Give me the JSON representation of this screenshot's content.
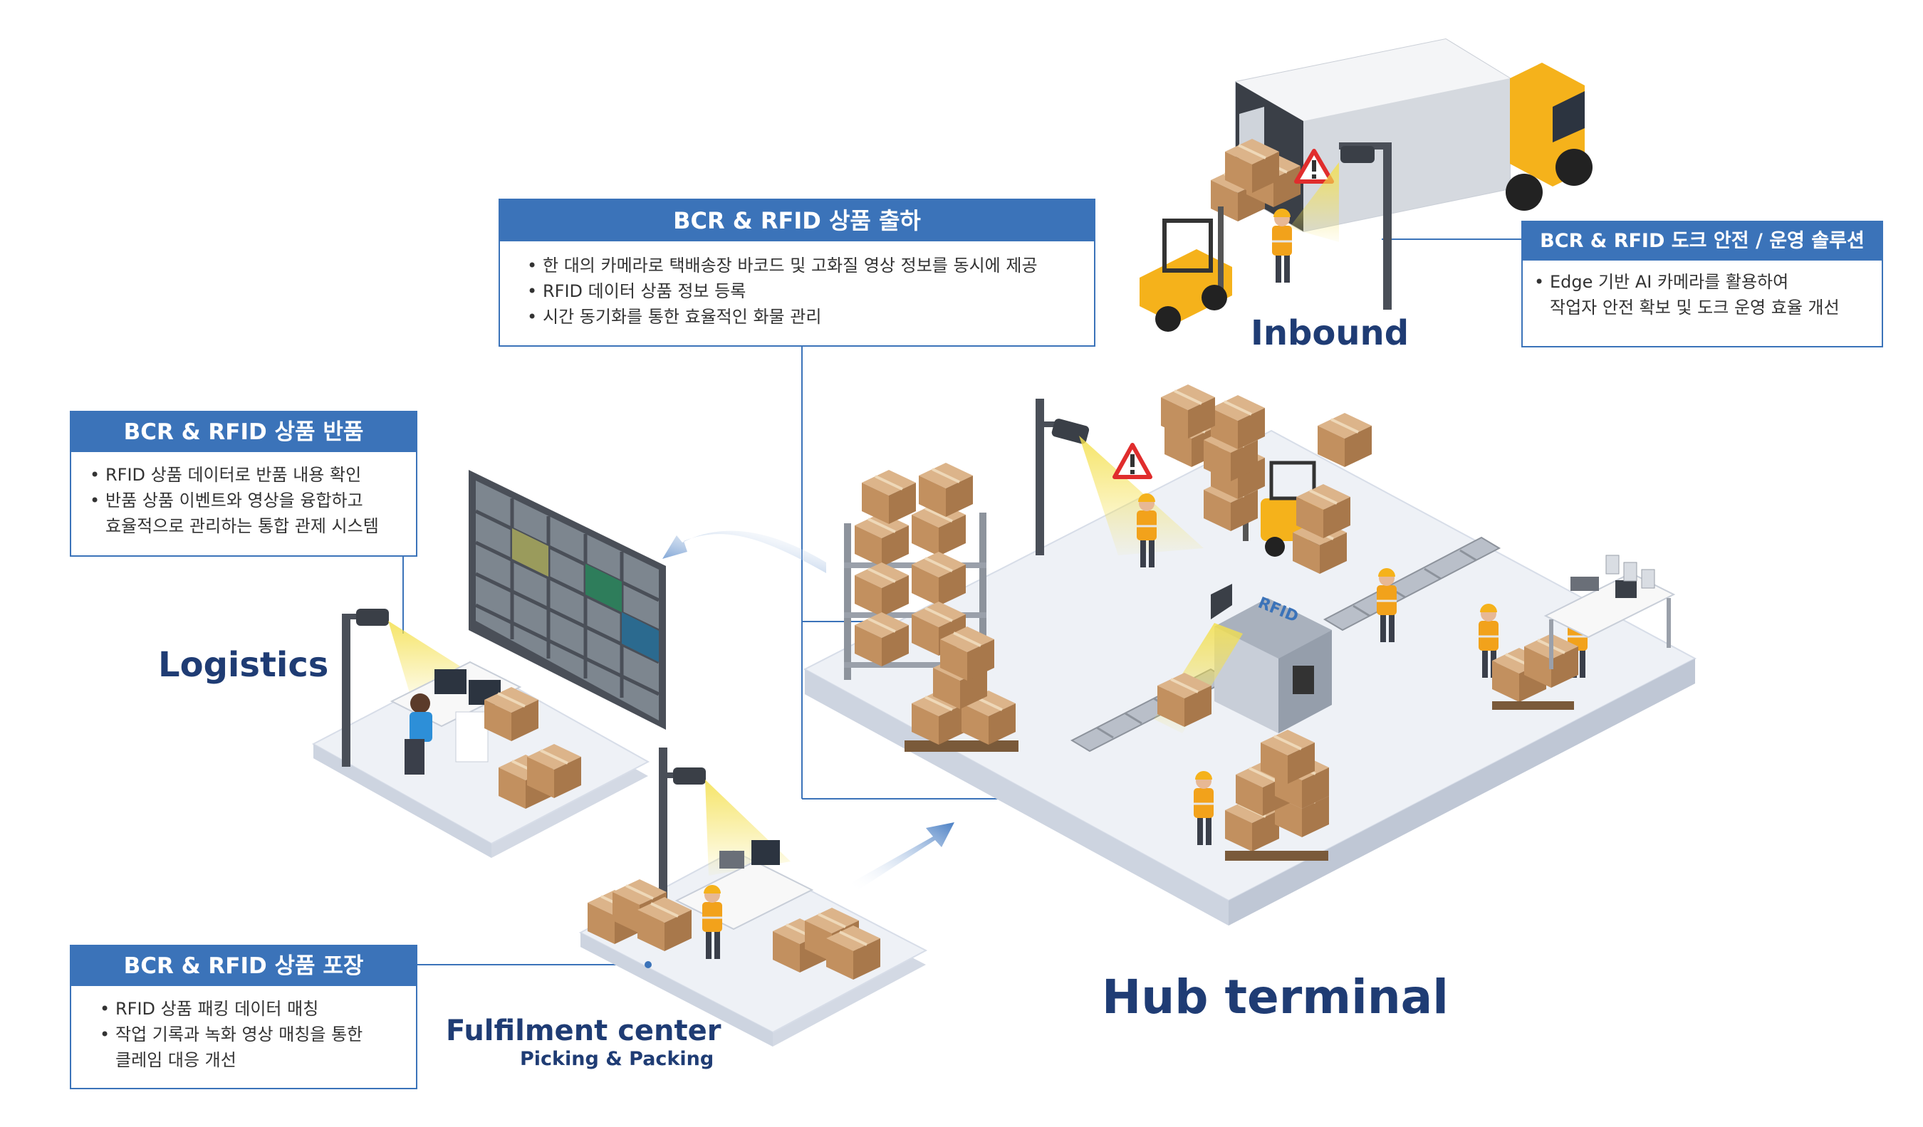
{
  "colors": {
    "accent_blue": "#3b73b9",
    "title_navy": "#1f3c74",
    "platform": "#e8ecf3",
    "box_brown": "#c99a6b",
    "truck_yellow": "#f5b21b",
    "alert_red": "#e02d2d"
  },
  "boxes": {
    "shipping": {
      "title": "BCR & RFID 상품 출하",
      "items": [
        "한 대의 카메라로 택배송장 바코드 및 고화질 영상 정보를 동시에 제공",
        "RFID 데이터 상품 정보 등록",
        "시간 동기화를 통한 효율적인 화물 관리"
      ]
    },
    "dock": {
      "title": "BCR & RFID 도크 안전 / 운영 솔루션",
      "items": [
        "Edge 기반 AI 카메라를 활용하여",
        "작업자 안전 확보 및 도크 운영 효율 개선"
      ]
    },
    "returns": {
      "title": "BCR & RFID 상품 반품",
      "items": [
        "RFID 상품 데이터로 반품 내용 확인",
        "반품 상품 이벤트와 영상을 융합하고",
        "효율적으로 관리하는 통합 관제 시스템"
      ]
    },
    "packing": {
      "title": "BCR & RFID 상품 포장",
      "items": [
        "RFID 상품 패킹 데이터 매칭",
        "작업 기록과 녹화 영상 매칭을 통한",
        "클레임 대응 개선"
      ]
    }
  },
  "areas": {
    "inbound": "Inbound",
    "logistics": "Logistics",
    "hub": "Hub terminal",
    "fulfilment": "Fulfilment center",
    "fulfilment_sub": "Picking & Packing"
  },
  "labels": {
    "rfid_gate": "RFID"
  },
  "icons": [
    "warning-icon",
    "camera-icon",
    "forklift-icon",
    "truck-icon",
    "monitor-wall-icon",
    "arrow-icon"
  ]
}
